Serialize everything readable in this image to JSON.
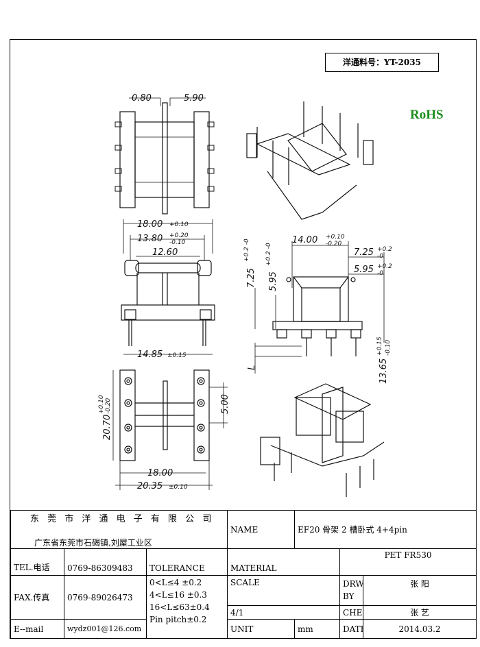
{
  "part_number": "洋通料号：YT-2035",
  "rohs": "RoHS",
  "top_view": {
    "d1": "0.80",
    "d2": "5.90"
  },
  "front_view": {
    "width_overall": "18.00",
    "width_overall_tol": "+0.10",
    "width_body": "13.80",
    "width_body_tol_upper": "+0.20",
    "width_body_tol_lower": "-0.10",
    "width_inner": "12.60",
    "pin_span": "14.85",
    "pin_span_tol": "±0.15"
  },
  "side_view": {
    "width": "14.00",
    "width_tol_upper": "+0.10",
    "width_tol_lower": "-0.20",
    "h1": "7.25",
    "h1_tol_upper": "+0.2",
    "h1_tol_lower": "-0",
    "h2": "5.95",
    "h2_tol_upper": "+0.2",
    "h2_tol_lower": "-0",
    "left_h1": "7.25",
    "left_h1_tol": "+0.2 -0",
    "left_h2": "5.95",
    "left_h2_tol": "+0.2 -0",
    "pin_len": "L",
    "height": "13.65",
    "height_tol_upper": "+0.15",
    "height_tol_lower": "-0.10"
  },
  "bottom_view": {
    "height": "20.70",
    "height_tol_upper": "+0.10",
    "height_tol_lower": "-0.20",
    "pitch": "5.00",
    "width": "18.00",
    "width_overall": "20.35",
    "width_overall_tol": "±0.10"
  },
  "title_block": {
    "company": "东 莞 市 洋 通 电 子 有 限 公 司",
    "address": "广东省东莞市石碣镇,刘屋工业区",
    "name_label": "NAME",
    "name_value": "EF20 骨架 2 槽卧式 4+4pin",
    "tel_label": "TEL.电话",
    "tel_value": "0769-86309483",
    "tolerance_label": "TOLERANCE",
    "material_label": "MATERIAL",
    "material_value": "PET FR530",
    "fax_label": "FAX.传真",
    "fax_value": "0769-89026473",
    "tol_rows": [
      "0<L≤4  ±0.2",
      "4<L≤16 ±0.3",
      "16<L≤63±0.4",
      "Pin pitch±0.2"
    ],
    "scale_label": "SCALE",
    "scale_value": "4/1",
    "drawn_label_1": "DRWA",
    "drawn_label_2": "BY",
    "drawn_value": "张 阳",
    "check_label": "CHECK",
    "check_value": "张 艺",
    "email_label": "E--mail",
    "email_value": "wydz001@126.com",
    "unit_label": "UNIT",
    "unit_value": "mm",
    "date_label": "DATE",
    "date_value": "2014.03.2"
  }
}
